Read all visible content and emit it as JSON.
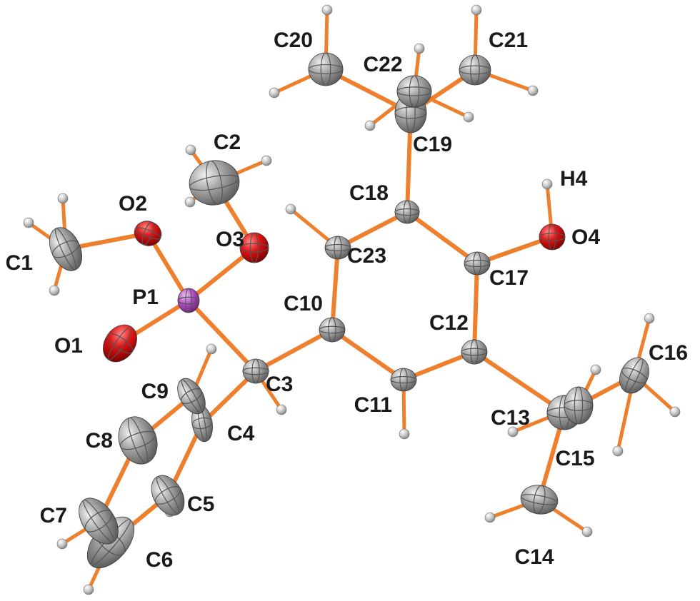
{
  "colors": {
    "bond": "#ee7f2d",
    "carbon": "#9a9a9a",
    "oxygen": "#cc1111",
    "phosphorus": "#b04cc0",
    "hydrogen": "#c4c4c4",
    "label": "#1a1a1a",
    "background": "#ffffff"
  },
  "atoms": [
    {
      "id": "C1",
      "element": "C",
      "label": "C1",
      "anchor": "end"
    },
    {
      "id": "C2",
      "element": "C",
      "label": "C2",
      "anchor": "middle"
    },
    {
      "id": "O2",
      "element": "O",
      "label": "O2",
      "anchor": "middle"
    },
    {
      "id": "O3",
      "element": "O",
      "label": "O3",
      "anchor": "middle"
    },
    {
      "id": "P1",
      "element": "P",
      "label": "P1",
      "anchor": "end"
    },
    {
      "id": "O1",
      "element": "O",
      "label": "O1",
      "anchor": "end"
    },
    {
      "id": "C3",
      "element": "C",
      "label": "C3",
      "anchor": "start"
    },
    {
      "id": "C4",
      "element": "C",
      "label": "C4",
      "anchor": "start"
    },
    {
      "id": "C5",
      "element": "C",
      "label": "C5",
      "anchor": "start"
    },
    {
      "id": "C6",
      "element": "C",
      "label": "C6",
      "anchor": "start"
    },
    {
      "id": "C7",
      "element": "C",
      "label": "C7",
      "anchor": "end"
    },
    {
      "id": "C8",
      "element": "C",
      "label": "C8",
      "anchor": "end"
    },
    {
      "id": "C9",
      "element": "C",
      "label": "C9",
      "anchor": "end"
    },
    {
      "id": "C10",
      "element": "C",
      "label": "C10",
      "anchor": "end"
    },
    {
      "id": "C11",
      "element": "C",
      "label": "C11",
      "anchor": "end"
    },
    {
      "id": "C12",
      "element": "C",
      "label": "C12",
      "anchor": "end"
    },
    {
      "id": "C13",
      "element": "C",
      "label": "C13",
      "anchor": "end"
    },
    {
      "id": "C14",
      "element": "C",
      "label": "C14",
      "anchor": "middle"
    },
    {
      "id": "C15",
      "element": "C",
      "label": "C15",
      "anchor": "middle"
    },
    {
      "id": "C16",
      "element": "C",
      "label": "C16",
      "anchor": "start"
    },
    {
      "id": "C17",
      "element": "C",
      "label": "C17",
      "anchor": "start"
    },
    {
      "id": "O4",
      "element": "O",
      "label": "O4",
      "anchor": "start"
    },
    {
      "id": "H4",
      "element": "H",
      "label": "H4",
      "anchor": "start"
    },
    {
      "id": "C18",
      "element": "C",
      "label": "C18",
      "anchor": "end"
    },
    {
      "id": "C19",
      "element": "C",
      "label": "C19",
      "anchor": "start"
    },
    {
      "id": "C20",
      "element": "C",
      "label": "C20",
      "anchor": "end"
    },
    {
      "id": "C21",
      "element": "C",
      "label": "C21",
      "anchor": "start"
    },
    {
      "id": "C22",
      "element": "C",
      "label": "C22",
      "anchor": "middle"
    },
    {
      "id": "C23",
      "element": "C",
      "label": "C23",
      "anchor": "start"
    }
  ]
}
